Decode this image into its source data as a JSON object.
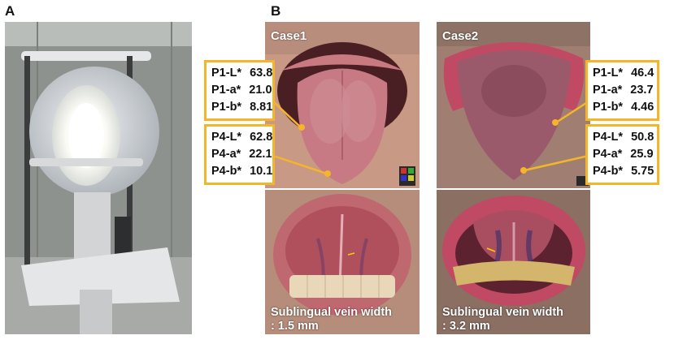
{
  "panels": {
    "a_label": "A",
    "b_label": "B"
  },
  "case1": {
    "title": "Case1",
    "p1": [
      {
        "k": "P1-L*",
        "v": "63.8"
      },
      {
        "k": "P1-a*",
        "v": "21.0"
      },
      {
        "k": "P1-b*",
        "v": "8.81"
      }
    ],
    "p4": [
      {
        "k": "P4-L*",
        "v": "62.8"
      },
      {
        "k": "P4-a*",
        "v": "22.1"
      },
      {
        "k": "P4-b*",
        "v": "10.1"
      }
    ],
    "vein_title": "Sublingual vein width",
    "vein_value": ": 1.5 mm"
  },
  "case2": {
    "title": "Case2",
    "p1": [
      {
        "k": "P1-L*",
        "v": "46.4"
      },
      {
        "k": "P1-a*",
        "v": "23.7"
      },
      {
        "k": "P1-b*",
        "v": "4.46"
      }
    ],
    "p4": [
      {
        "k": "P4-L*",
        "v": "50.8"
      },
      {
        "k": "P4-a*",
        "v": "25.9"
      },
      {
        "k": "P4-b*",
        "v": "5.75"
      }
    ],
    "vein_title": "Sublingual vein width",
    "vein_value": ": 3.2 mm"
  },
  "colors": {
    "highlight": "#f4b528",
    "tongue": "#c77a84",
    "lip": "#c04a63"
  }
}
